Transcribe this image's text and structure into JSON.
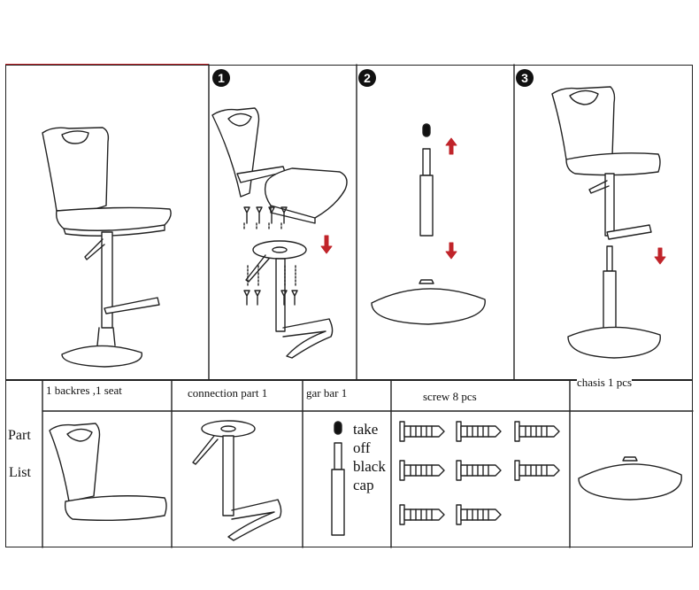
{
  "steps": [
    {
      "number": "1"
    },
    {
      "number": "2"
    },
    {
      "number": "3"
    }
  ],
  "part_list": {
    "title_line1": "Part",
    "title_line2": "List",
    "columns": [
      {
        "label": "1 backres ,1 seat"
      },
      {
        "label": "connection part  1"
      },
      {
        "label": "gar bar 1"
      },
      {
        "label": "screw 8 pcs"
      },
      {
        "label": "chasis 1 pcs"
      }
    ],
    "gas_bar_note": [
      "take",
      "off",
      "black",
      "cap"
    ]
  },
  "colors": {
    "line": "#222222",
    "arrow": "#c0242a",
    "accent_line": "#c0242a"
  }
}
